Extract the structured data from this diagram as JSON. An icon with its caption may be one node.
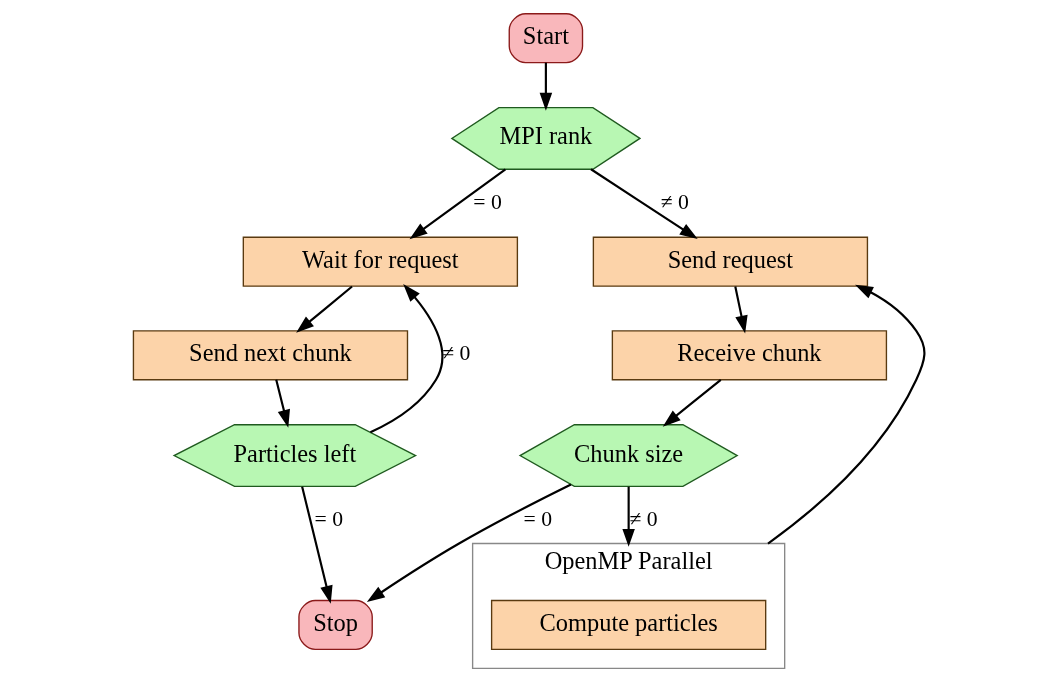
{
  "diagram": {
    "nodes": [
      {
        "text": [
          "Start"
        ]
      },
      {
        "text": [
          "MPI rank"
        ]
      },
      {
        "text": [
          "Wait for request"
        ]
      },
      {
        "text": [
          "Send next chunk"
        ]
      },
      {
        "text": [
          "Particles left"
        ]
      },
      {
        "text": [
          "Send request"
        ]
      },
      {
        "text": [
          "Receive chunk"
        ]
      },
      {
        "text": [
          "Chunk size"
        ]
      },
      {
        "text": [
          "OpenMP Parallel"
        ]
      },
      {
        "text": [
          "Compute particles"
        ],
        "in": 8
      },
      {
        "text": [
          "Stop"
        ]
      }
    ],
    "edges": [
      {
        "from": 0,
        "to": 1,
        "arrow": "to"
      },
      {
        "from": 1,
        "to": 2,
        "arrow": "to",
        "label": "= 0"
      },
      {
        "from": 1,
        "to": 5,
        "arrow": "to",
        "label": "≠ 0"
      },
      {
        "from": 2,
        "to": 3,
        "arrow": "to"
      },
      {
        "from": 3,
        "to": 4,
        "arrow": "to"
      },
      {
        "from": 4,
        "to": 2,
        "arrow": "to",
        "label": "≠ 0"
      },
      {
        "from": 4,
        "to": 10,
        "arrow": "to",
        "label": "= 0"
      },
      {
        "from": 5,
        "to": 6,
        "arrow": "to"
      },
      {
        "from": 6,
        "to": 7,
        "arrow": "to"
      },
      {
        "from": 7,
        "to": 10,
        "arrow": "to",
        "label": "= 0"
      },
      {
        "from": 7,
        "to": 8,
        "arrow": "to",
        "label": "≠ 0"
      },
      {
        "from": 8,
        "to": 5,
        "arrow": "to"
      }
    ]
  }
}
